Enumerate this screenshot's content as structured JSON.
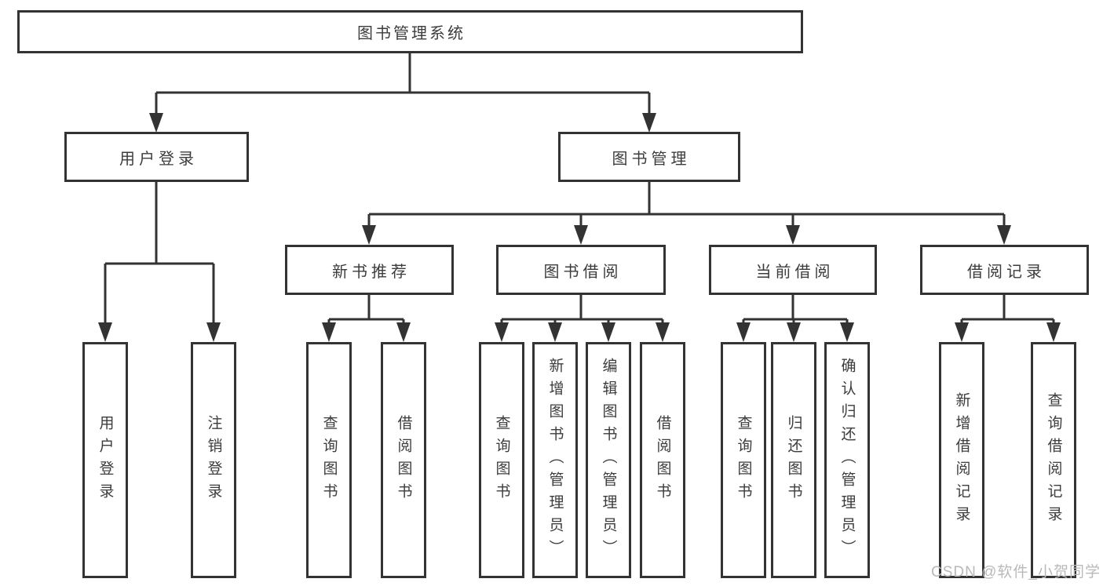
{
  "diagram": {
    "type": "hierarchy-tree",
    "tree": {
      "root": {
        "label": "图书管理系统",
        "children": [
          {
            "label": "用户登录",
            "children": [
              {
                "label": "用户登录"
              },
              {
                "label": "注销登录"
              }
            ]
          },
          {
            "label": "图书管理",
            "children": [
              {
                "label": "新书推荐",
                "children": [
                  {
                    "label": "查询图书"
                  },
                  {
                    "label": "借阅图书"
                  }
                ]
              },
              {
                "label": "图书借阅",
                "children": [
                  {
                    "label": "查询图书"
                  },
                  {
                    "label": "新增图书（管理员）"
                  },
                  {
                    "label": "编辑图书（管理员）"
                  },
                  {
                    "label": "借阅图书"
                  }
                ]
              },
              {
                "label": "当前借阅",
                "children": [
                  {
                    "label": "查询图书"
                  },
                  {
                    "label": "归还图书"
                  },
                  {
                    "label": "确认归还（管理员）"
                  }
                ]
              },
              {
                "label": "借阅记录",
                "children": [
                  {
                    "label": "新增借阅记录"
                  },
                  {
                    "label": "查询借阅记录"
                  }
                ]
              }
            ]
          }
        ]
      }
    },
    "colors": {
      "line": "#333333",
      "box_border": "#333333",
      "text": "#3c3c3c",
      "background": "#ffffff",
      "watermark": "#b9b9b9"
    }
  },
  "watermark": {
    "text": "CSDN @软件_小贺同学"
  }
}
